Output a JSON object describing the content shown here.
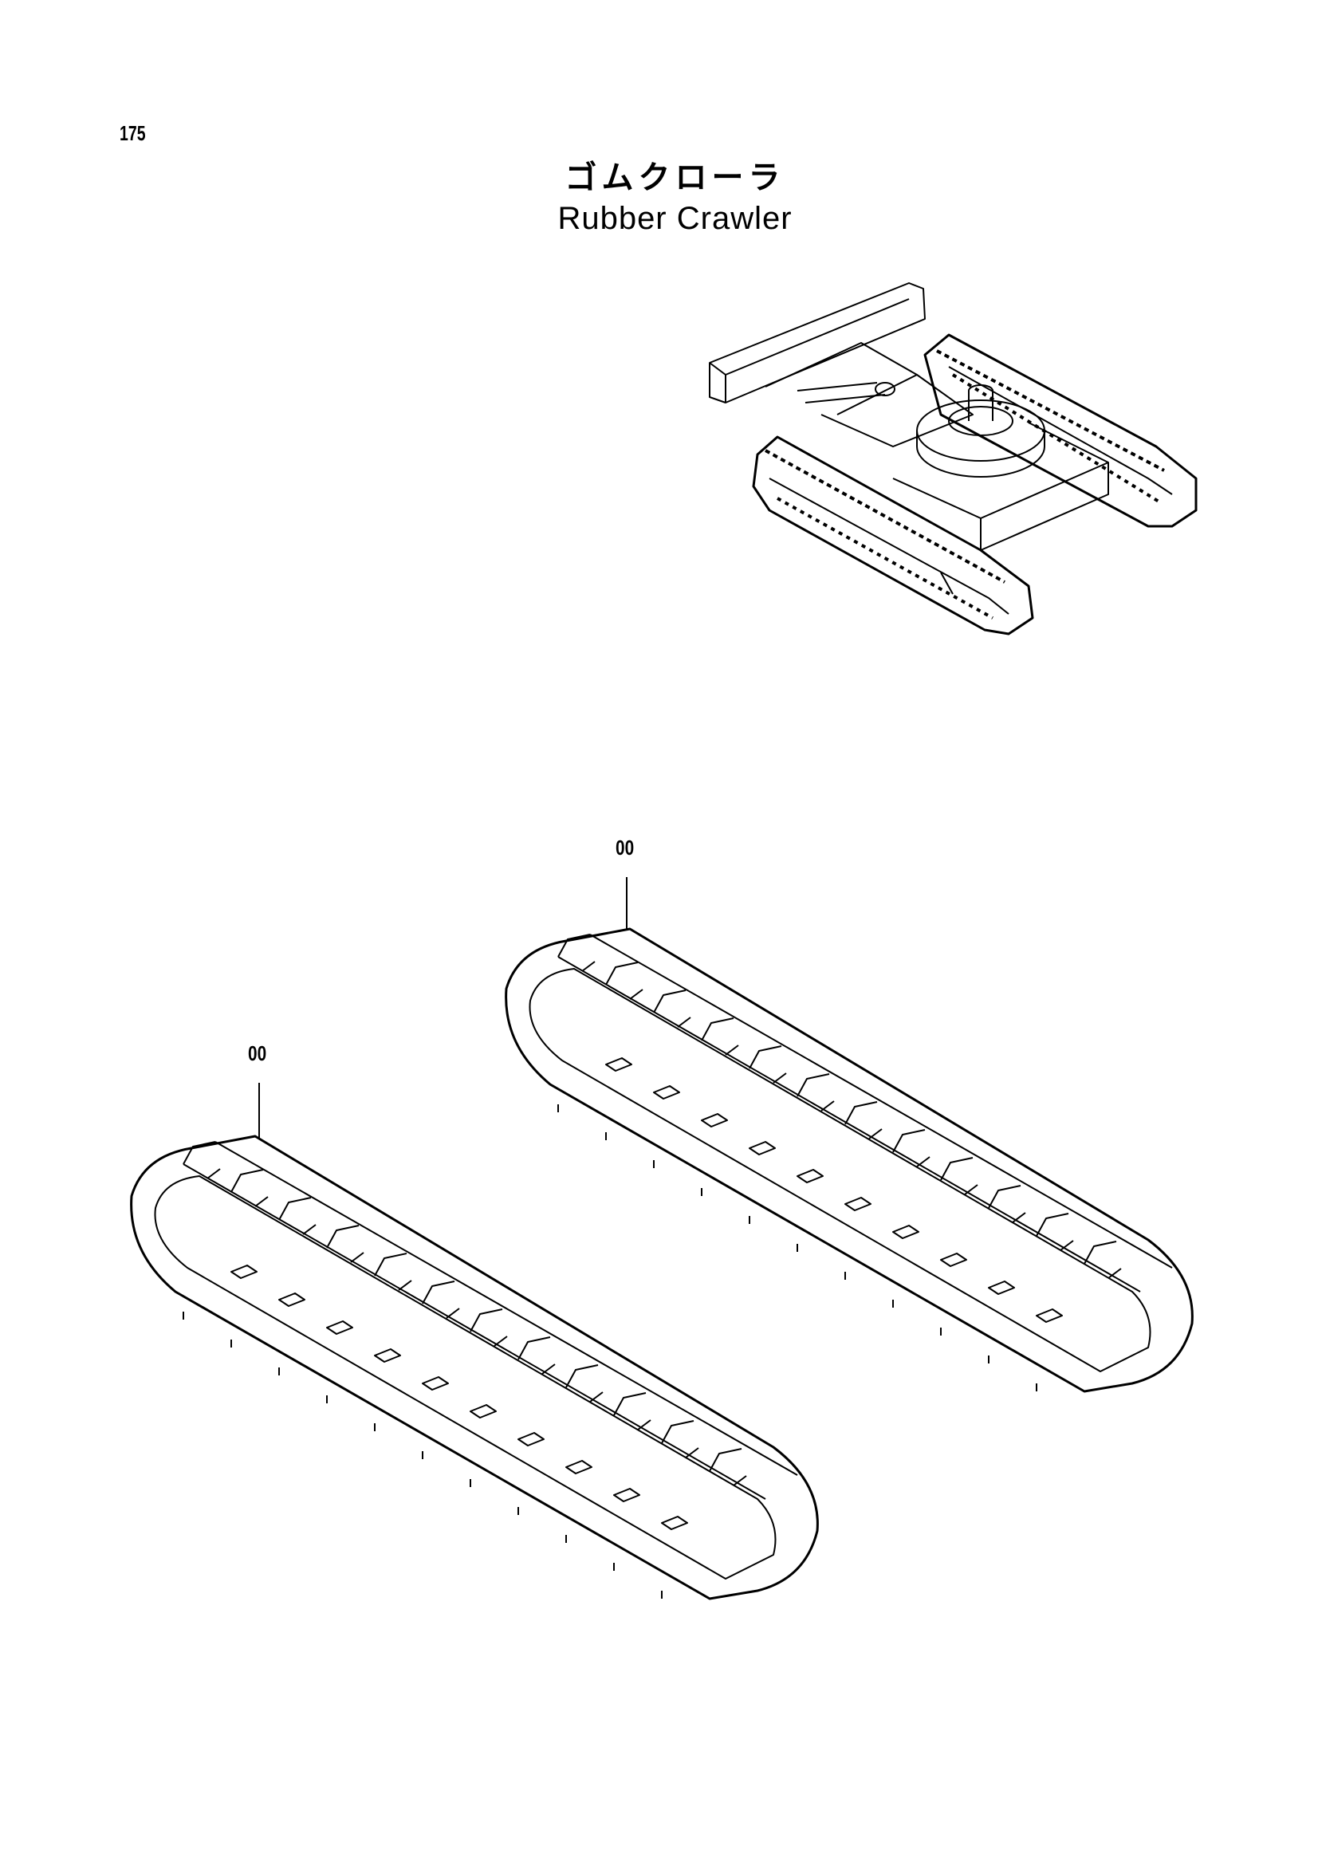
{
  "page": {
    "number": "175",
    "title_ja": "ゴムクローラ",
    "title_en": "Rubber Crawler"
  },
  "callouts": [
    {
      "id": "right-track",
      "label": "00"
    },
    {
      "id": "left-track",
      "label": "00"
    }
  ],
  "colors": {
    "ink": "#000000",
    "paper": "#ffffff"
  }
}
